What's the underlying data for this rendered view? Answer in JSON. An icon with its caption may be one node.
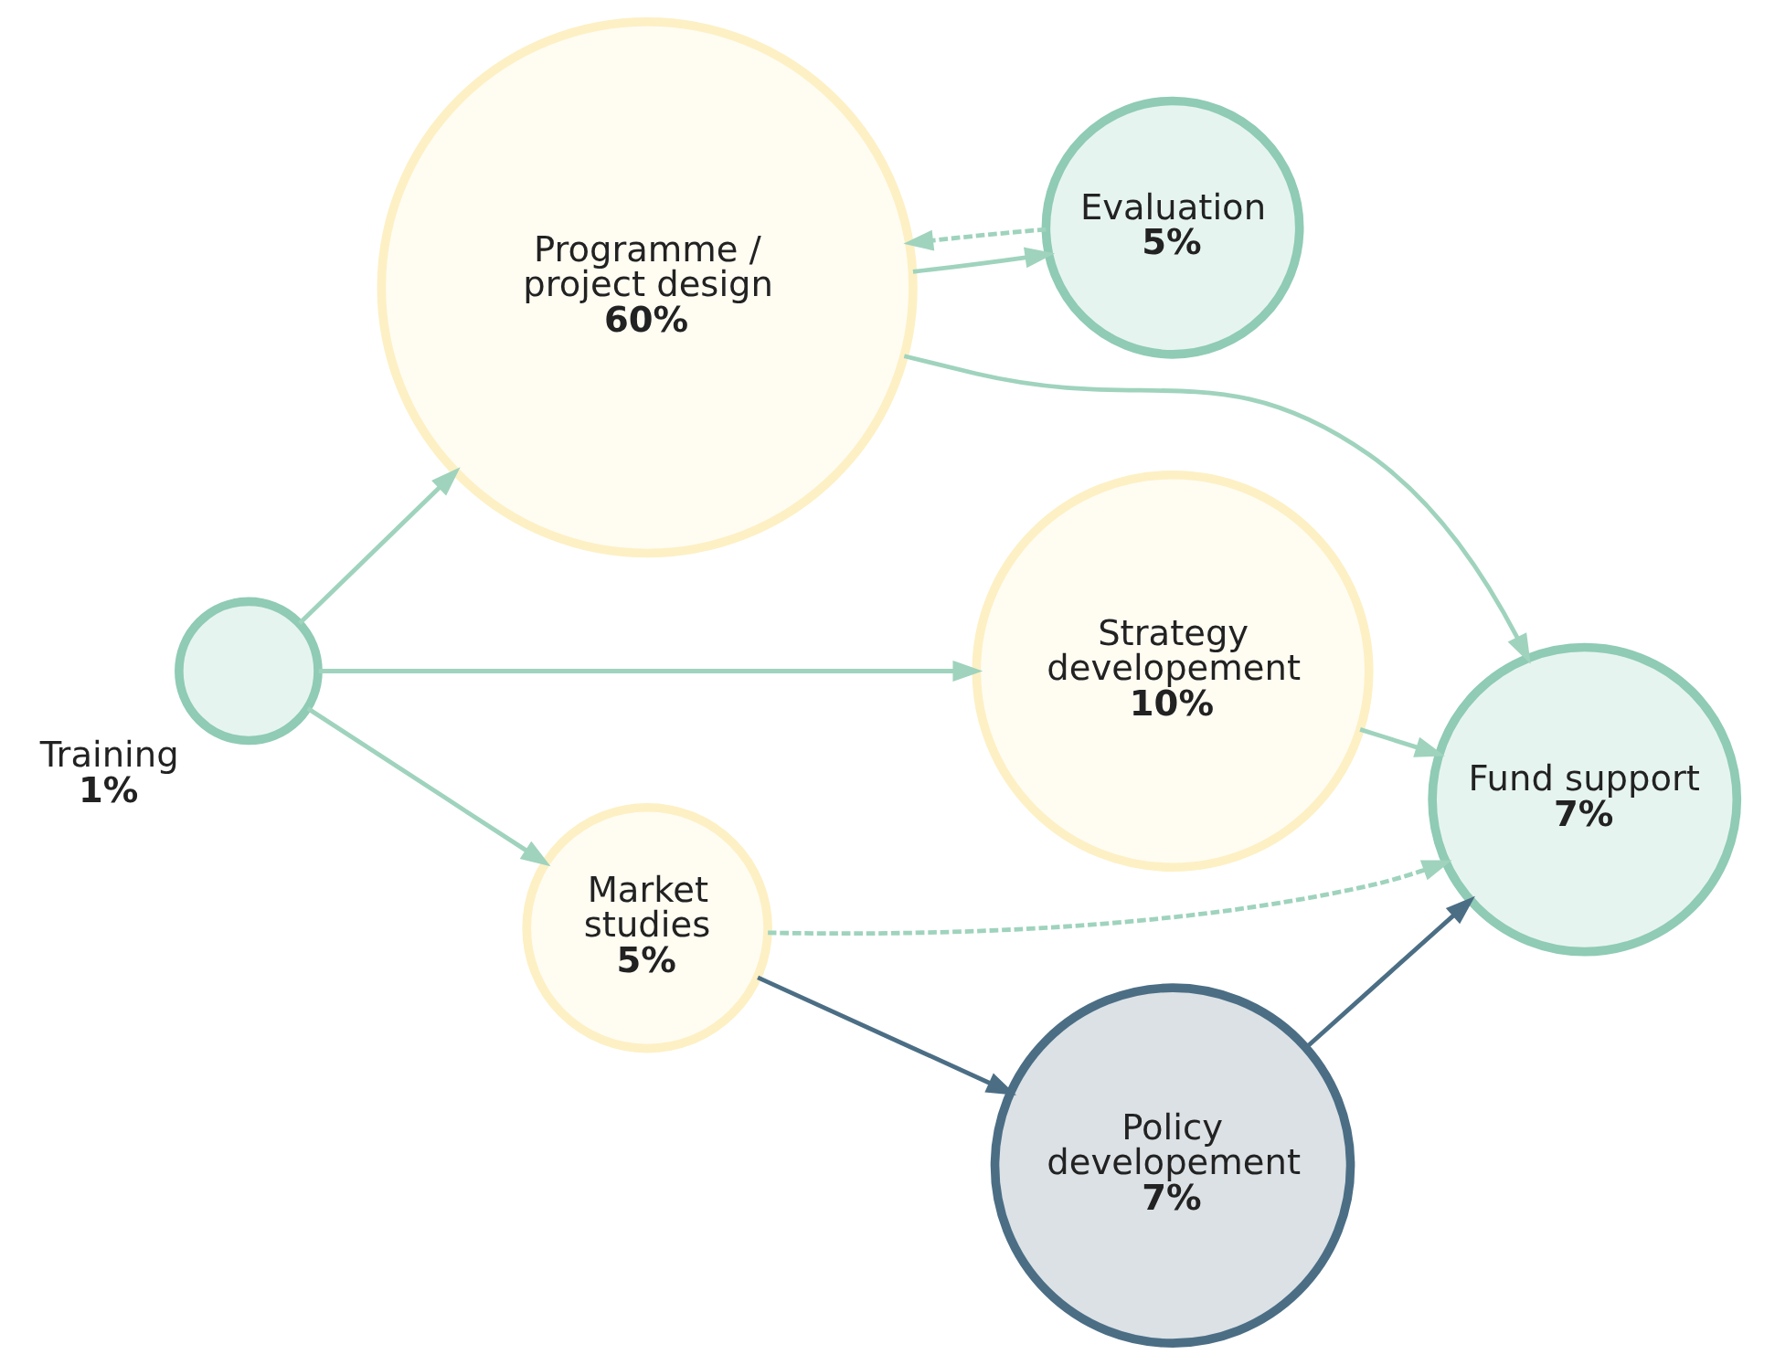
{
  "diagram": {
    "nodes": [
      {
        "text": [
          "Programme / project design",
          "60%"
        ]
      },
      {
        "text": [
          "Evaluation",
          "5%"
        ]
      },
      {
        "text": [
          "Strategy developement",
          "10%"
        ]
      },
      {
        "text": [
          "Training",
          "1%"
        ]
      },
      {
        "text": [
          "Market studies",
          "5%"
        ]
      },
      {
        "text": [
          "Fund support",
          "7%"
        ]
      },
      {
        "text": [
          "Policy developement",
          "7%"
        ]
      }
    ],
    "edges": [
      {
        "from": 1,
        "to": 0,
        "arrow": "to",
        "style": "dashed"
      },
      {
        "from": 0,
        "to": 1,
        "arrow": "to"
      },
      {
        "from": 3,
        "to": 0,
        "arrow": "to"
      },
      {
        "from": 3,
        "to": 2,
        "arrow": "to"
      },
      {
        "from": 3,
        "to": 4,
        "arrow": "to"
      },
      {
        "from": 0,
        "to": 5,
        "arrow": "to"
      },
      {
        "from": 2,
        "to": 5,
        "arrow": "to"
      },
      {
        "from": 4,
        "to": 5,
        "arrow": "to",
        "style": "dashed"
      },
      {
        "from": 4,
        "to": 6,
        "arrow": "to",
        "color": "#4b6e85"
      },
      {
        "from": 6,
        "to": 5,
        "arrow": "to",
        "color": "#4b6e85"
      }
    ]
  }
}
